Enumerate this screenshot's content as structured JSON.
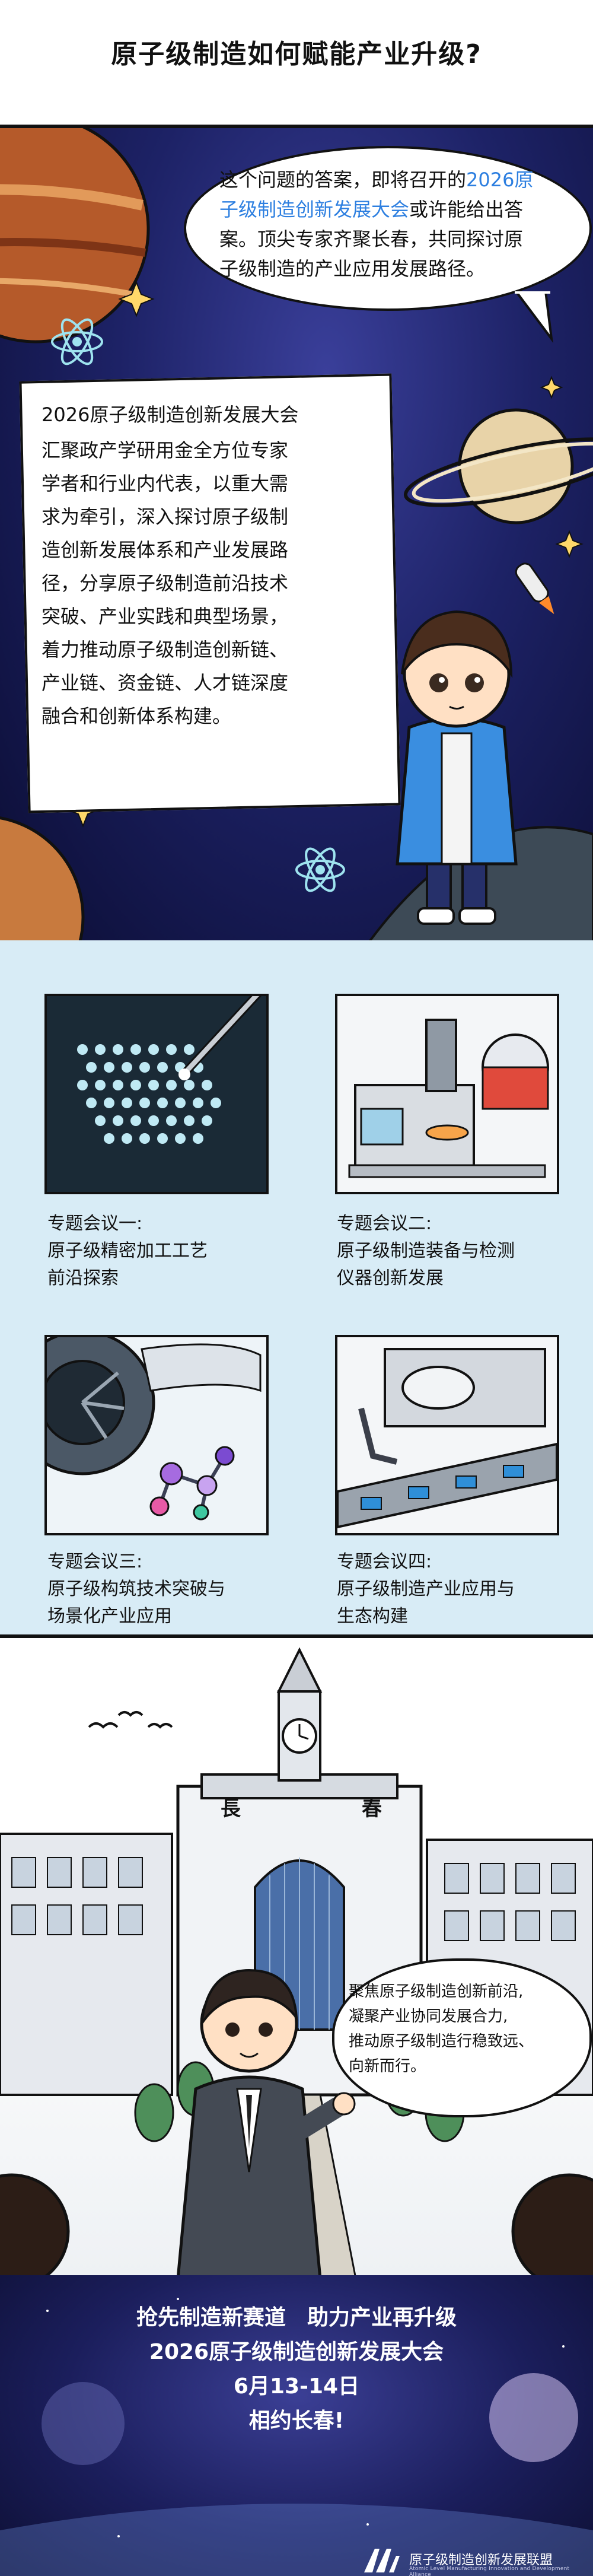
{
  "header": {
    "title": "原子级制造如何赋能产业升级?"
  },
  "intro": {
    "line1_a": "这个问题的答案，即将召开的",
    "line1_b": "2026原",
    "line2_a": "子级制造创新发展大会",
    "line2_b": "或许能给出答",
    "line3": "案。顶尖专家齐聚长春，共同探讨原",
    "line4": "子级制造的产业应用发展路径。"
  },
  "conference": {
    "name": "2026原子级制造创新发展大会",
    "lines": [
      "汇聚政产学研用金全方位专家",
      "学者和行业内代表，以重大需",
      "求为牵引，深入探讨原子级制",
      "造创新发展体系和产业发展路",
      "径，分享原子级制造前沿技术",
      "突破、产业实践和典型场景，",
      "着力推动原子级制造创新链、",
      "产业链、资金链、人才链深度",
      "融合和创新体系构建。"
    ]
  },
  "meetings": [
    {
      "title": "专题会议一:",
      "line1": "原子级精密加工工艺",
      "line2": "前沿探索"
    },
    {
      "title": "专题会议二:",
      "line1": "原子级制造装备与检测",
      "line2": "仪器创新发展"
    },
    {
      "title": "专题会议三:",
      "line1": "原子级构筑技术突破与",
      "line2": "场景化产业应用"
    },
    {
      "title": "专题会议四:",
      "line1": "原子级制造产业应用与",
      "line2": "生态构建"
    }
  ],
  "city": {
    "sign_left": "長",
    "sign_right": "春",
    "speech": [
      "聚焦原子级制造创新前沿,",
      "凝聚产业协同发展合力,",
      "推动原子级制造行稳致远、",
      "向新而行。"
    ]
  },
  "footer": {
    "slogan": "抢先制造新赛道　助力产业再升级",
    "conference": "2026原子级制造创新发展大会",
    "date": "6月13-14日",
    "invite": "相约长春!",
    "org_name": "原子级制造创新发展联盟",
    "org_en": "Atomic Level Manufacturing Innovation and Development Alliance"
  },
  "colors": {
    "accent_blue": "#2d7fe0",
    "space_bg": "#1d2266",
    "meeting_bg": "#d8ecf6"
  }
}
